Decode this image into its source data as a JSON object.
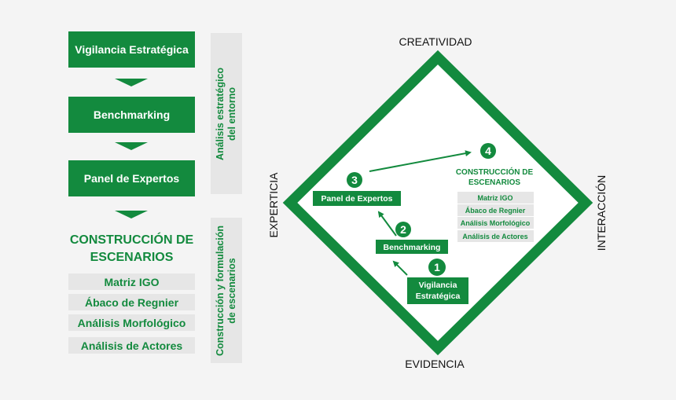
{
  "flow": {
    "steps": [
      "Vigilancia Estratégica",
      "Benchmarking",
      "Panel de Expertos"
    ],
    "scenario_title": [
      "CONSTRUCCIÓN DE",
      "ESCENARIOS"
    ],
    "techniques": [
      "Matriz IGO",
      "Ábaco de Regnier",
      "Análisis Morfológico",
      "Análisis de Actores"
    ]
  },
  "side_labels": {
    "top": [
      "Análisis estratégico",
      "del entorno"
    ],
    "bottom": [
      "Construcción y formulación",
      "de escenarios"
    ]
  },
  "diamond": {
    "axes": {
      "top": "CREATIVIDAD",
      "bottom": "EVIDENCIA",
      "left": "EXPERTICIA",
      "right": "INTERACCIÓN"
    },
    "steps": [
      {
        "number": "1",
        "label": [
          "Vigilancia",
          "Estratégica"
        ]
      },
      {
        "number": "2",
        "label": [
          "Benchmarking"
        ]
      },
      {
        "number": "3",
        "label": [
          "Panel de Expertos"
        ]
      },
      {
        "number": "4",
        "label": [
          "CONSTRUCCIÓN DE",
          "ESCENARIOS"
        ]
      }
    ],
    "techniques": [
      "Matriz IGO",
      "Ábaco de Regnier",
      "Análisis Morfológico",
      "Análisis de Actores"
    ]
  },
  "colors": {
    "green": "#138a3e",
    "light_gray": "#e6e6e6",
    "background": "#f4f4f4"
  }
}
